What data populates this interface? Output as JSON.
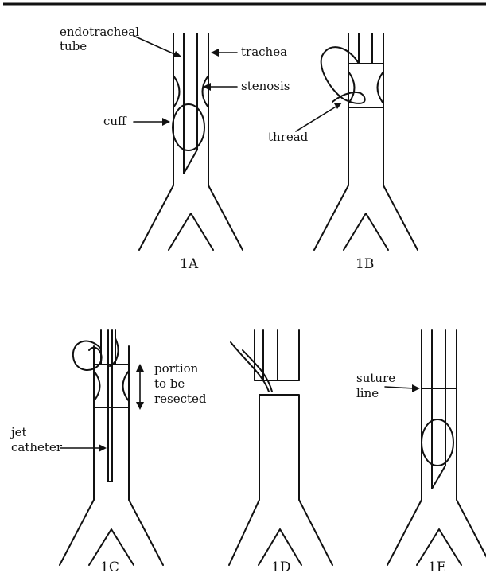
{
  "panels": {
    "a": {
      "label": "1A"
    },
    "b": {
      "label": "1B"
    },
    "c": {
      "label": "1C"
    },
    "d": {
      "label": "1D"
    },
    "e": {
      "label": "1E"
    }
  },
  "annotations": {
    "endotracheal_tube_1": "endotracheal",
    "endotracheal_tube_2": "tube",
    "trachea": "trachea",
    "stenosis": "stenosis",
    "cuff": "cuff",
    "thread": "thread",
    "portion_1": "portion",
    "portion_2": "to be",
    "portion_3": "resected",
    "jet_catheter_1": "jet",
    "jet_catheter_2": "catheter",
    "suture_line_1": "suture",
    "suture_line_2": "line"
  }
}
